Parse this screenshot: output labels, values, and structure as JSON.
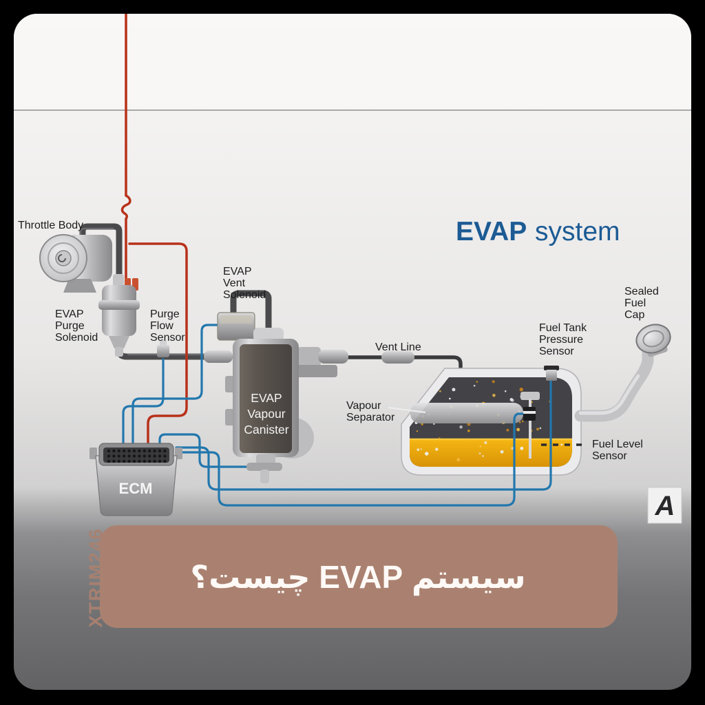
{
  "scene": {
    "title": {
      "primary": "EVAP",
      "secondary": "system"
    },
    "labels": {
      "throttle_body": [
        "Throttle Body"
      ],
      "evap_purge_solenoid": [
        "EVAP",
        "Purge",
        "Solenoid"
      ],
      "purge_flow_sensor": [
        "Purge",
        "Flow",
        "Sensor"
      ],
      "evap_vent_solenoid": [
        "EVAP",
        "Vent",
        "Solenoid"
      ],
      "evap_vapour_canister": [
        "EVAP",
        "Vapour",
        "Canister"
      ],
      "vent_line": [
        "Vent Line"
      ],
      "vapour_separator": [
        "Vapour",
        "Separator"
      ],
      "fuel_tank_pressure_sensor": [
        "Fuel Tank",
        "Pressure",
        "Sensor"
      ],
      "sealed_fuel_cap": [
        "Sealed",
        "Fuel",
        "Cap"
      ],
      "fuel_level_sensor": [
        "Fuel Level",
        "Sensor"
      ],
      "ecm": "ECM"
    },
    "caption": "سیستم EVAP چیست؟",
    "watermark": "XTRIM246",
    "corner_logo": "A",
    "colors": {
      "title_blue": "#1c5b94",
      "wire_red": "#b8311a",
      "wire_blue": "#2277ad",
      "pipe_dark": "#4a4a4c",
      "fuel_yellow": "#eda90c",
      "banner": "#aa8170",
      "canister_dark": "#57504a",
      "label_dark": "#1b1b1d"
    }
  }
}
